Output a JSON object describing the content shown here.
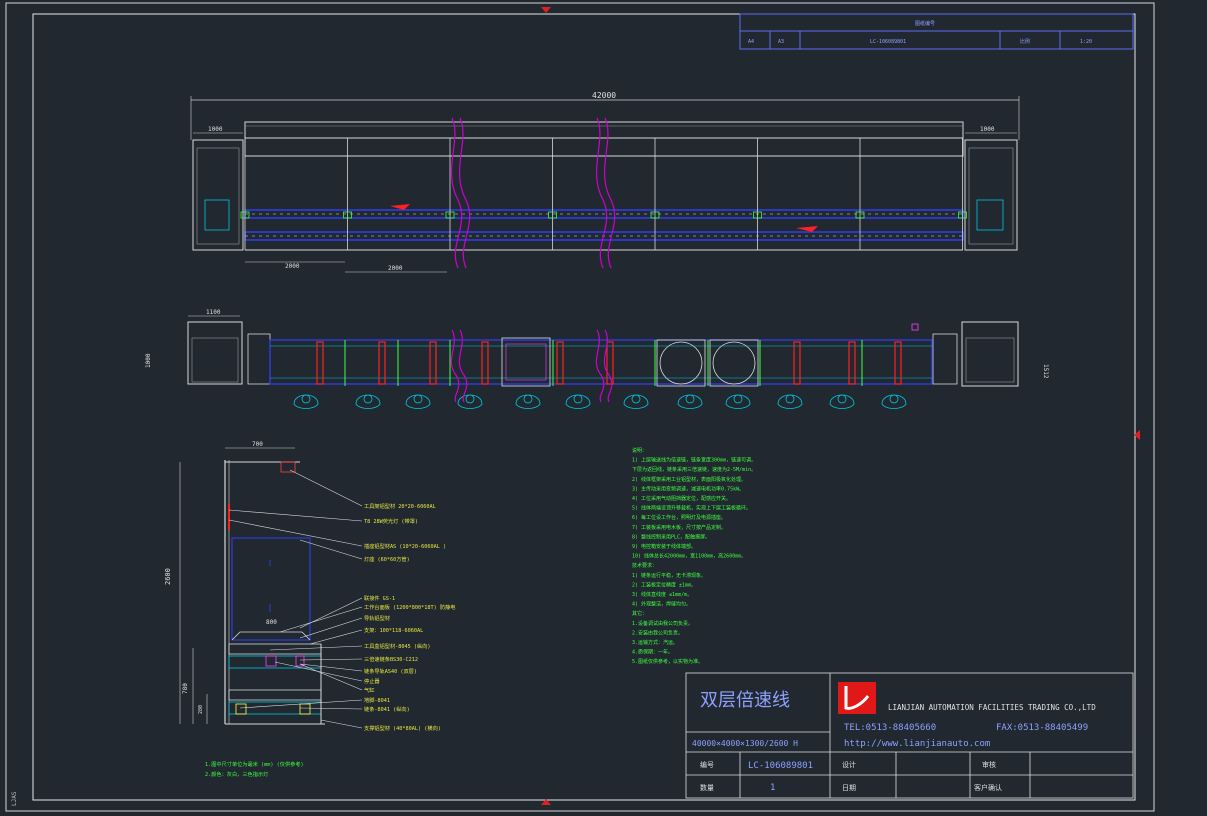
{
  "dims": {
    "overall_length": "42000",
    "left_end": "1000",
    "right_end": "1000",
    "pitch_a": "2000",
    "pitch_b": "2000",
    "plan_end_width": "1100",
    "plan_height_left": "1000",
    "plan_height_right": "1512",
    "section_width": "700",
    "section_height": "2600",
    "section_lower": "780",
    "section_bottom": "280",
    "section_inner": "800"
  },
  "title_block": {
    "title_cn": "双层倍速线",
    "company": "LIANJIAN AUTOMATION FACILITIES TRADING CO.,LTD",
    "tel": "TEL:0513-88405660",
    "fax": "FAX:0513-88405499",
    "web": "http://www.lianjianauto.com",
    "size_code": "40000×4000×1300/2600 H",
    "label_no": "编号",
    "drawing_no": "LC-106089801",
    "label_design": "设计",
    "label_audit": "审核",
    "label_qty": "数量",
    "qty": "1",
    "label_date": "日期",
    "label_customer": "客户确认"
  },
  "callouts": [
    "工具架铝型材 20*20-6060AL",
    "T8 28W荧光灯 (带罩)",
    "插座铝型材AS (10*20-6060AL )",
    "灯座 (60*60方管)",
    "联接件 GS-1",
    "工作台面板 (1200*800*18T) 防静电",
    "导轨铝型材",
    "支架：100*118-6060AL",
    "工具盒铝型材-8045 (纵向)",
    "三倍速链条BS30-C212",
    "链条导轨AS40 (双层)",
    "停止器",
    "气缸",
    "地脚-8041",
    "链条-8041 (纵向)",
    "支撑铝型材 (40*80AL) (横向)"
  ],
  "notes": [
    "说明：",
    "1) 上层输送线为倍速链，链条宽度300mm，链速可调。",
    "   下层为返回线，链条采用三倍速链，速度为2-5M/min。",
    "2) 线体框架采用工业铝型材，表面阳极氧化处理。",
    "3) 主传动采用变频调速，减速电机功率0.75kW。",
    "4) 工位采用气动阻挡器定位，配感应开关。",
    "5) 线体两端设顶升移载机，实现上下层工装板循环。",
    "6) 每工位设工作台，照明灯及电源插座。",
    "7) 工装板采用电木板，尺寸按产品定制。",
    "8) 整线控制采用PLC，配触摸屏。",
    "9) 电控箱安装于线体端部。",
    "10) 线体总长42000mm，宽1100mm，高2600mm。",
    "技术要求：",
    "1) 链条运行平稳，无卡滞现象。",
    "2) 工装板定位精度 ±1mm。",
    "3) 线体直线度 ≤1mm/m。",
    "4) 外观整洁，焊缝均匀。",
    "其它：",
    "1.设备调试由我公司负责。",
    "2.安装由我公司负责。",
    "3.运输方式：汽运。",
    "4.质保期：一年。",
    "5.图纸仅供参考，以实物为准。"
  ],
  "section_notes": [
    "1.图中尺寸单位为毫米 (mm) (仅供参考)",
    "2.颜色：灰白，三色指示灯"
  ],
  "header_cells": [
    "图纸编号",
    "A4",
    "A3",
    "LC-106089801",
    "比例",
    "1:20"
  ],
  "side_label": "LJAS"
}
